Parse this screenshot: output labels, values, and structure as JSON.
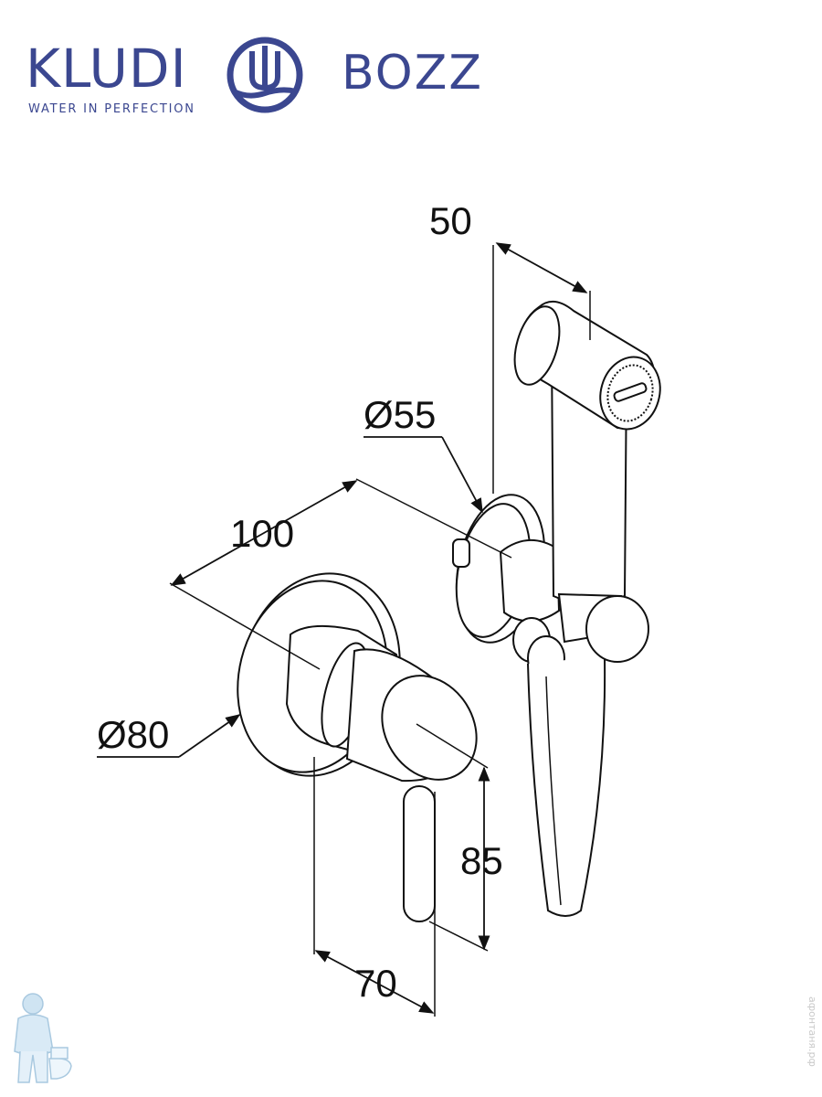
{
  "header": {
    "brand": "KLUDI",
    "tagline": "WATER IN PERFECTION",
    "product": "BOZZ",
    "brand_color": "#3b4790",
    "logo_icon": "kludi-emblem-icon"
  },
  "dimensions": {
    "d50": "50",
    "d55": "Ø55",
    "d100": "100",
    "d80": "Ø80",
    "d85": "85",
    "d70": "70"
  },
  "watermark": {
    "text": "афонтаня.рф",
    "icon": "plumber-mascot-icon"
  }
}
